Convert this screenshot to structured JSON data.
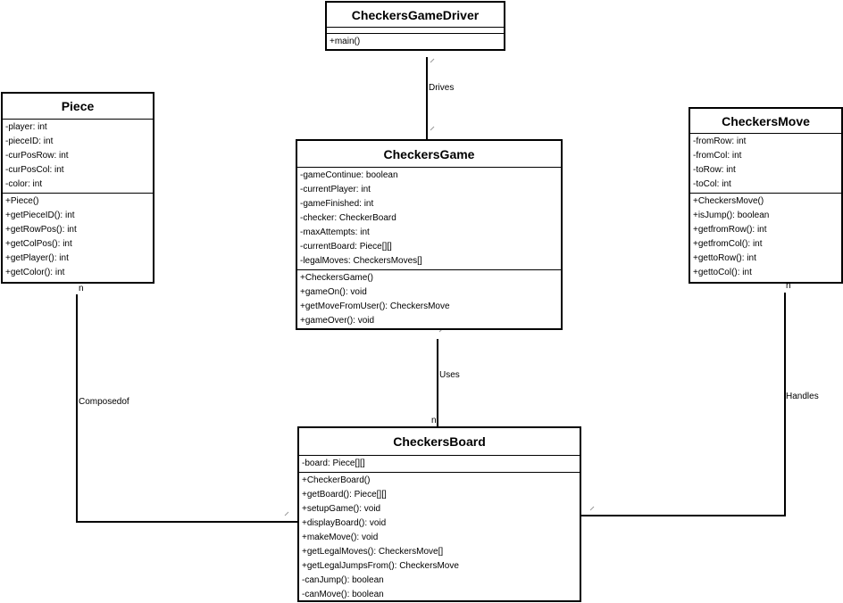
{
  "classes": {
    "driver": {
      "name": "CheckersGameDriver",
      "attributes": [],
      "operations": [
        "+main()"
      ]
    },
    "piece": {
      "name": "Piece",
      "attributes": [
        "-player: int",
        "-pieceID: int",
        "-curPosRow: int",
        "-curPosCol: int",
        "-color: int"
      ],
      "operations": [
        "+Piece()",
        "+getPieceID(): int",
        "+getRowPos(): int",
        "+getColPos(): int",
        "+getPlayer(): int",
        "+getColor(): int"
      ]
    },
    "game": {
      "name": "CheckersGame",
      "attributes": [
        "-gameContinue: boolean",
        "-currentPlayer: int",
        "-gameFinished: int",
        "-checker: CheckerBoard",
        "-maxAttempts: int",
        "-currentBoard: Piece[][]",
        "-legalMoves: CheckersMoves[]"
      ],
      "operations": [
        "+CheckersGame()",
        "+gameOn(): void",
        "+getMoveFromUser(): CheckersMove",
        "+gameOver(): void"
      ]
    },
    "move": {
      "name": "CheckersMove",
      "attributes": [
        "-fromRow: int",
        "-fromCol: int",
        "-toRow: int",
        "-toCol: int"
      ],
      "operations": [
        "+CheckersMove()",
        "+isJump(): boolean",
        "+getfromRow(): int",
        "+getfromCol(): int",
        "+gettoRow(): int",
        "+gettoCol(): int"
      ]
    },
    "board": {
      "name": "CheckersBoard",
      "attributes": [
        "-board: Piece[][]"
      ],
      "operations": [
        "+CheckerBoard()",
        "+getBoard(): Piece[][]",
        "+setupGame(): void",
        "+displayBoard(): void",
        "+makeMove(): void",
        "+getLegalMoves(): CheckersMove[]",
        "+getLegalJumpsFrom(): CheckersMove",
        "-canJump(): boolean",
        "-canMove(): boolean"
      ]
    }
  },
  "relations": {
    "drives": "Drives",
    "uses": "Uses",
    "composed": "Composedof",
    "handles": "Handles",
    "mult_piece": "n",
    "mult_board": "n",
    "mult_move": "n"
  }
}
